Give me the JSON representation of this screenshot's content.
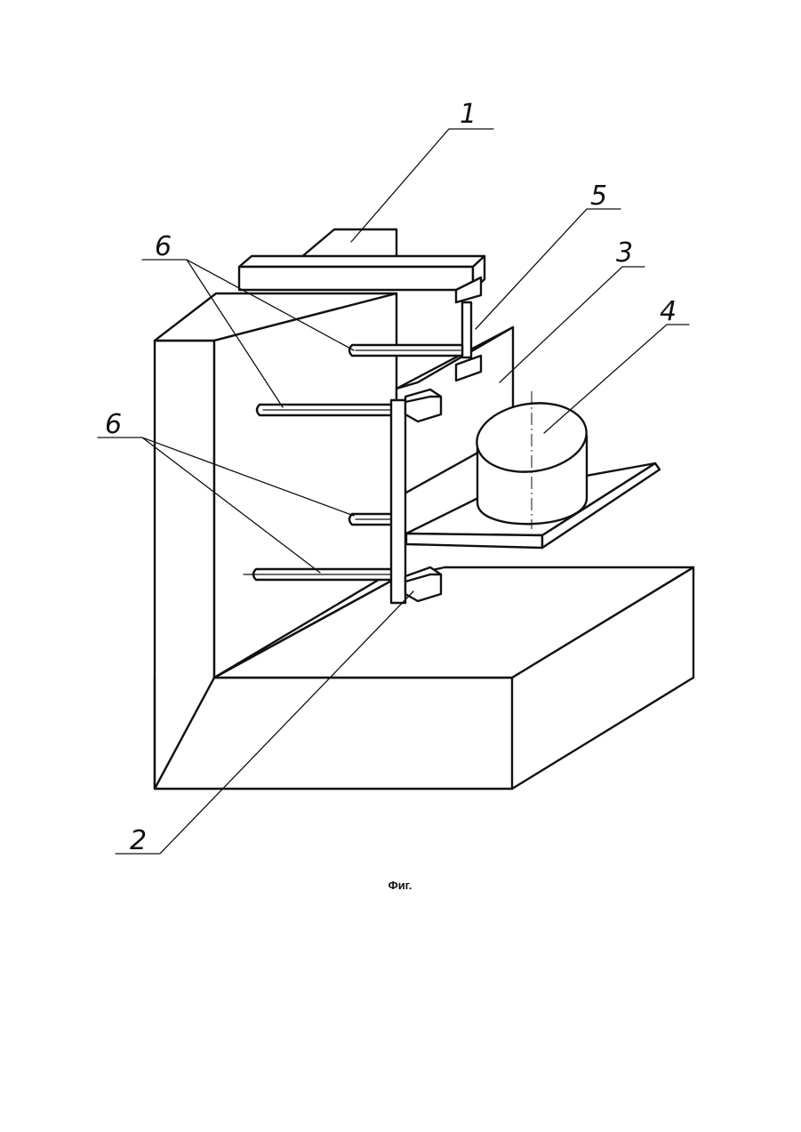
{
  "caption": "Фиг.",
  "labels": {
    "l1": "1",
    "l2": "2",
    "l3": "3",
    "l4": "4",
    "l5": "5",
    "l6_top": "6",
    "l6_bottom": "6"
  }
}
